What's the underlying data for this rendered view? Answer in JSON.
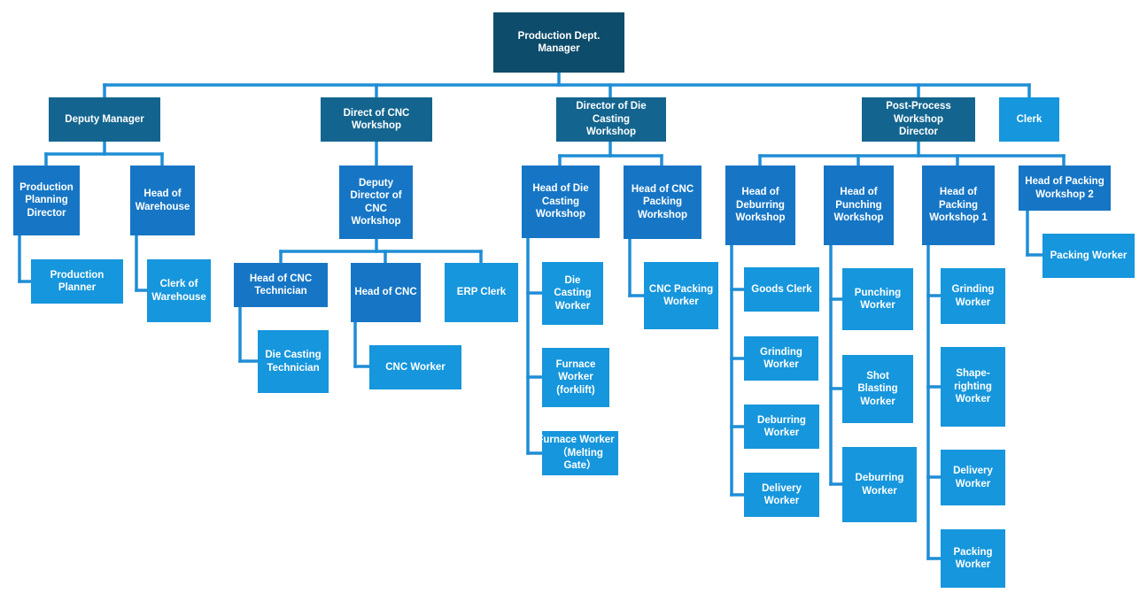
{
  "org_chart": {
    "manager": "Production Dept. Manager",
    "deputy_manager": "Deputy Manager",
    "cnc_director": "Direct of CNC\nWorkshop",
    "die_casting_director": "Director of Die Casting\nWorkshop",
    "post_process_director": "Post-Process Workshop\nDirector",
    "clerk": "Clerk",
    "production_planning_director": "Production\nPlanning\nDirector",
    "head_of_warehouse": "Head of\nWarehouse",
    "production_planner": "Production Planner",
    "clerk_of_warehouse": "Clerk of\nWarehouse",
    "deputy_director_cnc": "Deputy\nDirector of CNC\nWorkshop",
    "head_of_cnc_technician": "Head of CNC\nTechnician",
    "head_of_cnc": "Head of CNC",
    "erp_clerk": "ERP Clerk",
    "die_casting_technician": "Die Casting\nTechnician",
    "cnc_worker": "CNC Worker",
    "head_of_die_casting": "Head of  Die\nCasting\nWorkshop",
    "head_of_cnc_packing": "Head of CNC\nPacking\nWorkshop",
    "die_casting_worker": "Die Casting\nWorker",
    "furnace_worker_forklift": "Furnace\nWorker\n(forklift)",
    "furnace_worker_melting": "Furnace Worker\n（Melting Gate）",
    "cnc_packing_worker": "CNC Packing\nWorker",
    "head_of_deburring": "Head of\nDeburring\nWorkshop",
    "head_of_punching": "Head of\nPunching\nWorkshop",
    "head_of_packing_1": "Head of\nPacking\nWorkshop 1",
    "head_of_packing_2": "Head of Packing\nWorkshop 2",
    "goods_clerk": "Goods Clerk",
    "grinding_worker_a": "Grinding\nWorker",
    "deburring_worker_a": "Deburring\nWorker",
    "delivery_worker_a": "Delivery\nWorker",
    "punching_worker": "Punching\nWorker",
    "shot_blasting_worker": "Shot Blasting\nWorker",
    "deburring_worker_b": "Deburring\nWorker",
    "grinding_worker_b": "Grinding\nWorker",
    "shape_righting_worker": "Shape-\nrighting\nWorker",
    "delivery_worker_b": "Delivery\nWorker",
    "packing_worker_a": "Packing\nWorker",
    "packing_worker_b": "Packing Worker"
  },
  "colors": {
    "level0": "#0e4c6b",
    "level1": "#13658f",
    "level2": "#1676c5",
    "level3": "#1696dc",
    "connector": "#1f8dd6"
  }
}
